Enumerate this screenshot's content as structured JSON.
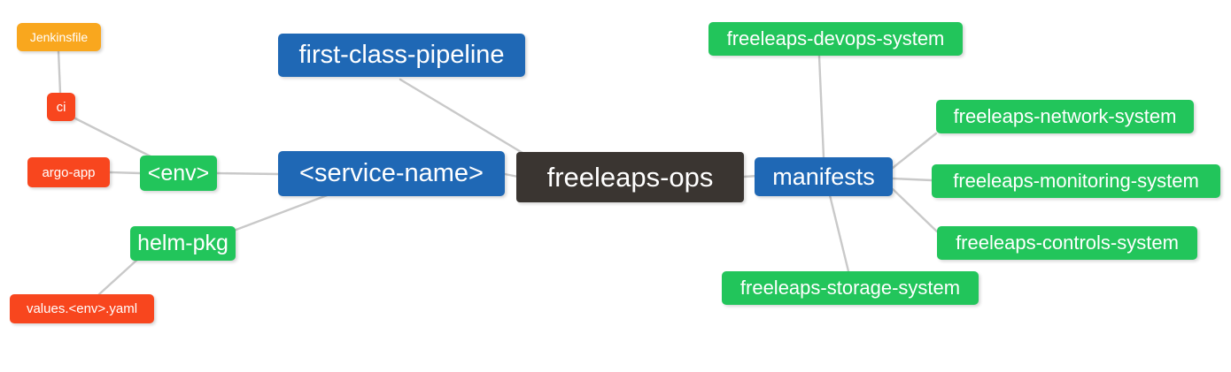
{
  "diagram": {
    "title": "freeleaps-ops repository structure mindmap",
    "type": "mindmap",
    "background_color": "#ffffff",
    "edge_color": "#c9c9c9",
    "palette": {
      "root": "#3a3531",
      "blue": "#1f68b5",
      "green": "#22c55b",
      "orange": "#f9a71e",
      "red": "#f8461e",
      "text": "#ffffff"
    }
  },
  "nodes": {
    "root": {
      "label": "freeleaps-ops"
    },
    "service_name": {
      "label": "<service-name>"
    },
    "first_class_pipeline": {
      "label": "first-class-pipeline"
    },
    "manifests": {
      "label": "manifests"
    },
    "env": {
      "label": "<env>"
    },
    "helm_pkg": {
      "label": "helm-pkg"
    },
    "jenkinsfile": {
      "label": "Jenkinsfile"
    },
    "ci": {
      "label": "ci"
    },
    "argo_app": {
      "label": "argo-app"
    },
    "values_yaml": {
      "label": "values.<env>.yaml"
    },
    "devops_system": {
      "label": "freeleaps-devops-system"
    },
    "network_system": {
      "label": "freeleaps-network-system"
    },
    "monitoring_system": {
      "label": "freeleaps-monitoring-system"
    },
    "controls_system": {
      "label": "freeleaps-controls-system"
    },
    "storage_system": {
      "label": "freeleaps-storage-system"
    }
  },
  "edges": [
    {
      "from": "root",
      "to": "service_name"
    },
    {
      "from": "root",
      "to": "first_class_pipeline"
    },
    {
      "from": "root",
      "to": "manifests"
    },
    {
      "from": "service_name",
      "to": "env"
    },
    {
      "from": "service_name",
      "to": "helm_pkg"
    },
    {
      "from": "env",
      "to": "ci"
    },
    {
      "from": "env",
      "to": "argo_app"
    },
    {
      "from": "ci",
      "to": "jenkinsfile"
    },
    {
      "from": "helm_pkg",
      "to": "values_yaml"
    },
    {
      "from": "manifests",
      "to": "devops_system"
    },
    {
      "from": "manifests",
      "to": "network_system"
    },
    {
      "from": "manifests",
      "to": "monitoring_system"
    },
    {
      "from": "manifests",
      "to": "controls_system"
    },
    {
      "from": "manifests",
      "to": "storage_system"
    }
  ]
}
